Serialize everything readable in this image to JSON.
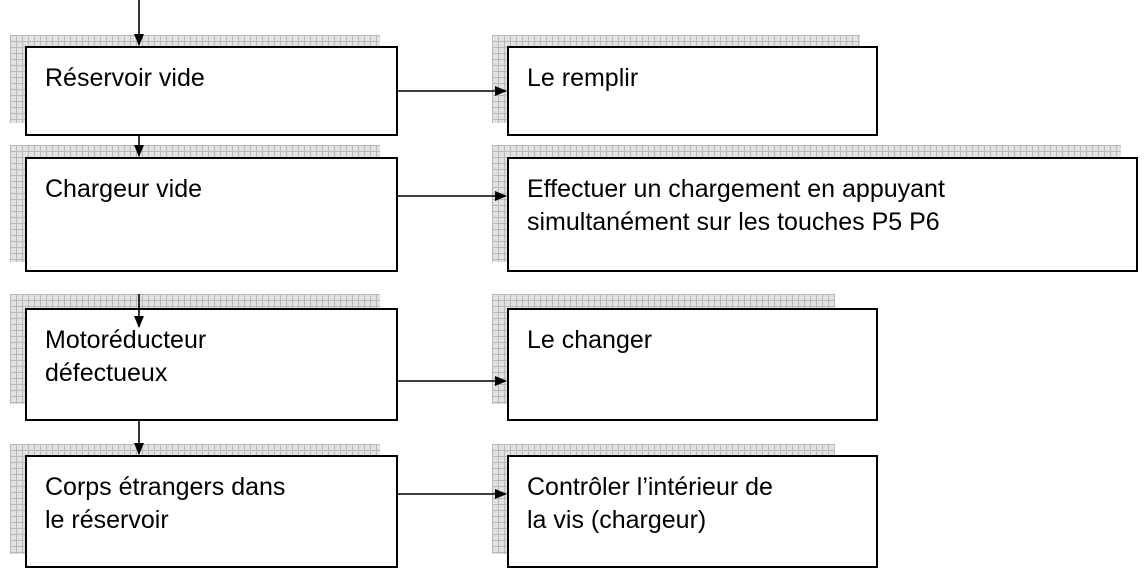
{
  "diagram": {
    "causes": [
      "Réservoir vide",
      "Chargeur vide",
      "Motoréducteur\ndéfectueux",
      "Corps étrangers dans\nle réservoir"
    ],
    "remedies": [
      "Le remplir",
      "Effectuer un chargement en appuyant\nsimultanément sur les touches P5 P6",
      "Le changer",
      "Contrôler l’intérieur de\nla vis (chargeur)"
    ],
    "colors": {
      "line": "#000000",
      "shadow_fill": "#e2e2e2",
      "shadow_grid": "#b8b8b8"
    }
  }
}
